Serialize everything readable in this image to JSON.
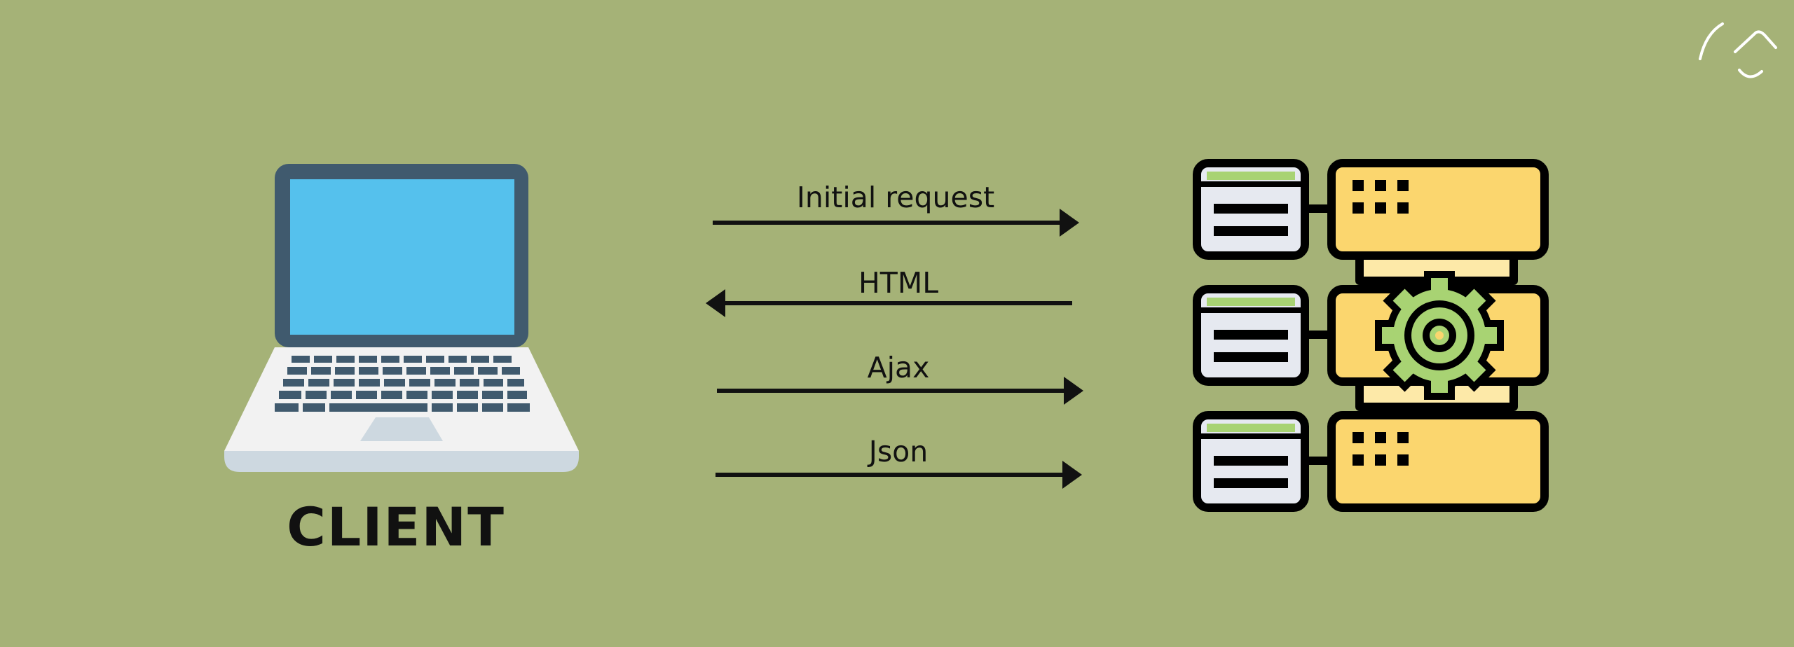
{
  "client": {
    "label": "CLIENT"
  },
  "arrows": [
    {
      "label": "Initial request",
      "direction": "right"
    },
    {
      "label": "HTML",
      "direction": "left"
    },
    {
      "label": "Ajax",
      "direction": "right"
    },
    {
      "label": "Json",
      "direction": "right"
    }
  ],
  "icons": {
    "client": "laptop-icon",
    "server": "server-rack-gear-icon",
    "brand": "brand-logo-icon"
  },
  "colors": {
    "background": "#a5b277",
    "laptop_screen": "#55c1ed",
    "laptop_frame": "#405a6e",
    "server_yellow": "#fbd66e",
    "server_gray": "#e6e9f0",
    "server_green": "#a8d373",
    "arrow": "#111111"
  }
}
